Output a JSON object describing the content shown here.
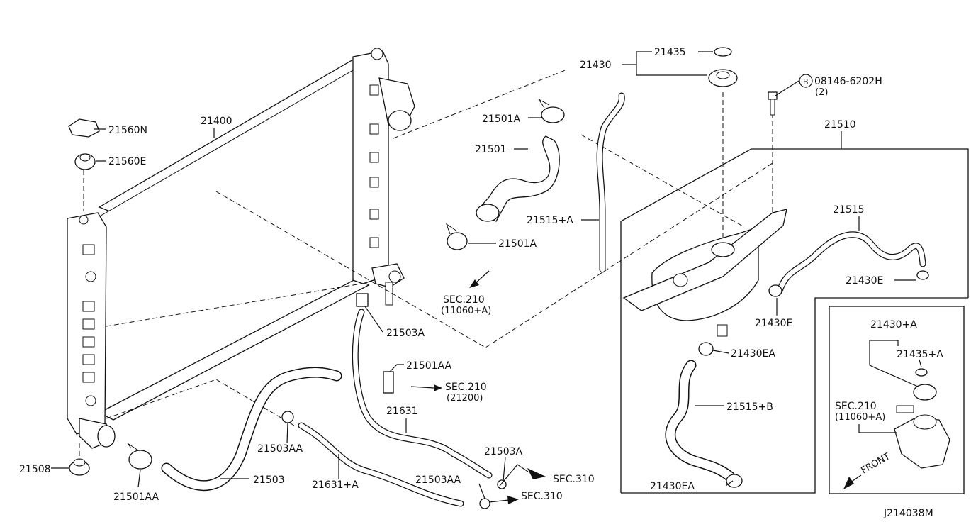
{
  "diagram": {
    "drawing_code": "J214038M",
    "labels": {
      "p21400": "21400",
      "p21560N": "21560N",
      "p21560E": "21560E",
      "p21508": "21508",
      "p21501AA_bl": "21501AA",
      "p21503": "21503",
      "p21503AA_mid": "21503AA",
      "p21631A": "21631+A",
      "p21503A_mid": "21503A",
      "p21501AA_mid": "21501AA",
      "sec210_21200": "SEC.210",
      "sec210_21200_sub": "(21200)",
      "p21631": "21631",
      "p21503A_br": "21503A",
      "p21503AA_br": "21503AA",
      "sec310_a": "SEC.310",
      "sec310_b": "SEC.310",
      "p21501A_top": "21501A",
      "p21501": "21501",
      "p21501A_low": "21501A",
      "sec210_11060": "SEC.210",
      "sec210_11060_sub": "(11060+A)",
      "p21515A": "21515+A",
      "p21430": "21430",
      "p21435": "21435",
      "bolt": "08146-6202H",
      "bolt_qty": "(2)",
      "bolt_prefix": "B",
      "p21510": "21510",
      "p21515": "21515",
      "p21430E_r": "21430E",
      "p21430E_l": "21430E",
      "p21430EA_top": "21430EA",
      "p21515B": "21515+B",
      "p21430EA_bot": "21430EA",
      "inset_21430A": "21430+A",
      "inset_21435A": "21435+A",
      "inset_sec210": "SEC.210",
      "inset_sec210_sub": "(11060+A)",
      "inset_front": "FRONT"
    }
  }
}
